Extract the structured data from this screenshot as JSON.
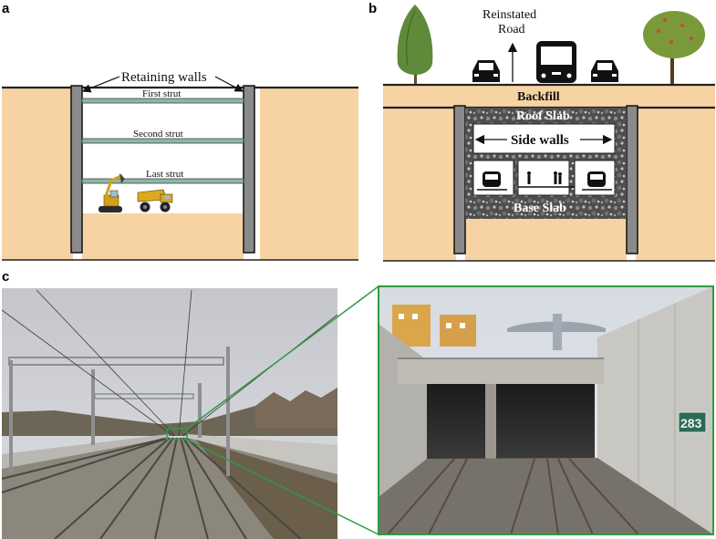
{
  "panels": {
    "a": {
      "letter": "a",
      "retaining_walls": "Retaining walls",
      "first_strut": "First strut",
      "second_strut": "Second strut",
      "last_strut": "Last strut"
    },
    "b": {
      "letter": "b",
      "reinstated_road_line1": "Reinstated",
      "reinstated_road_line2": "Road",
      "backfill": "Backfill",
      "roof_slab": "Roof Slab",
      "side_walls": "Side walls",
      "base_slab": "Base Slab"
    },
    "c": {
      "letter": "c",
      "km_marker": "283"
    }
  },
  "colors": {
    "soil": "#f7d3a3",
    "wall": "#8a8a8a",
    "strut": "#8fb5a8",
    "callout": "#2f9a43",
    "rock": "#5b5b5b"
  },
  "icons": [
    "tree-icon",
    "car-icon",
    "bus-icon",
    "train-icon",
    "person-icon",
    "excavator-icon",
    "dump-truck-icon",
    "arrow-up-icon"
  ]
}
